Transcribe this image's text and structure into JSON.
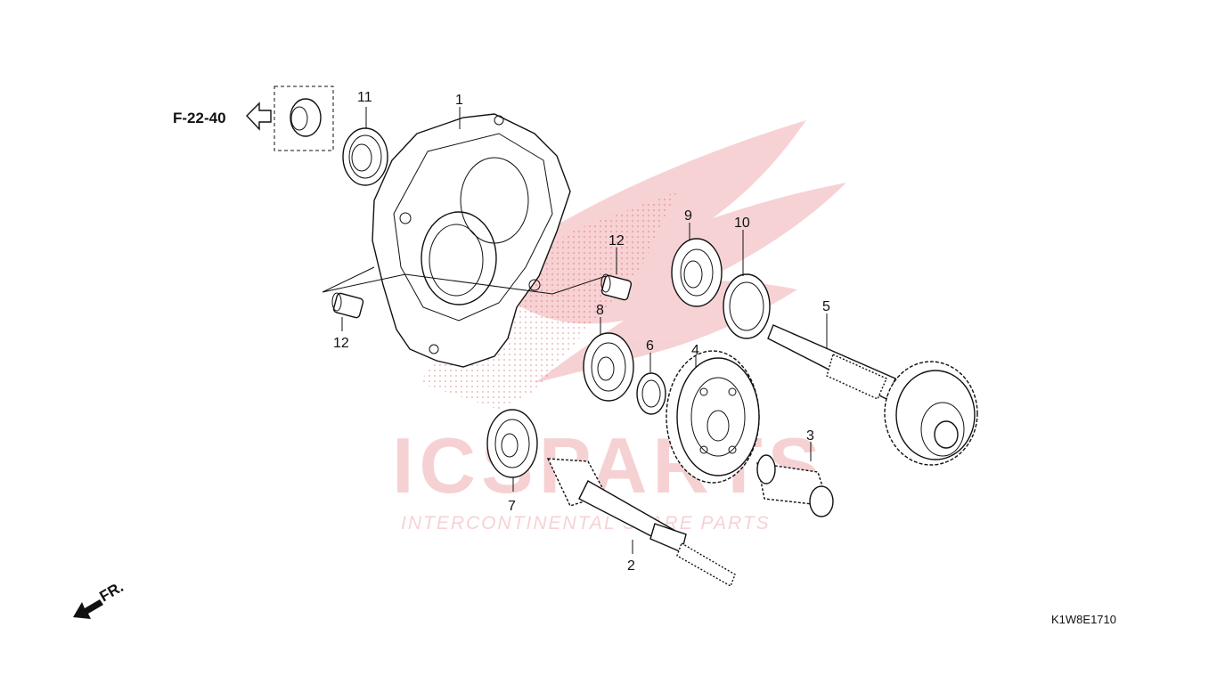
{
  "reference": {
    "label": "F-22-40"
  },
  "front_label": "FR.",
  "diagram_code": "K1W8E1710",
  "watermark": {
    "brand": "ICSPARTS",
    "tagline": "INTERCONTINENTAL SPARE PARTS",
    "color": "#d9333a"
  },
  "callouts": [
    "1",
    "2",
    "3",
    "4",
    "5",
    "6",
    "7",
    "8",
    "9",
    "10",
    "11",
    "12",
    "12"
  ]
}
